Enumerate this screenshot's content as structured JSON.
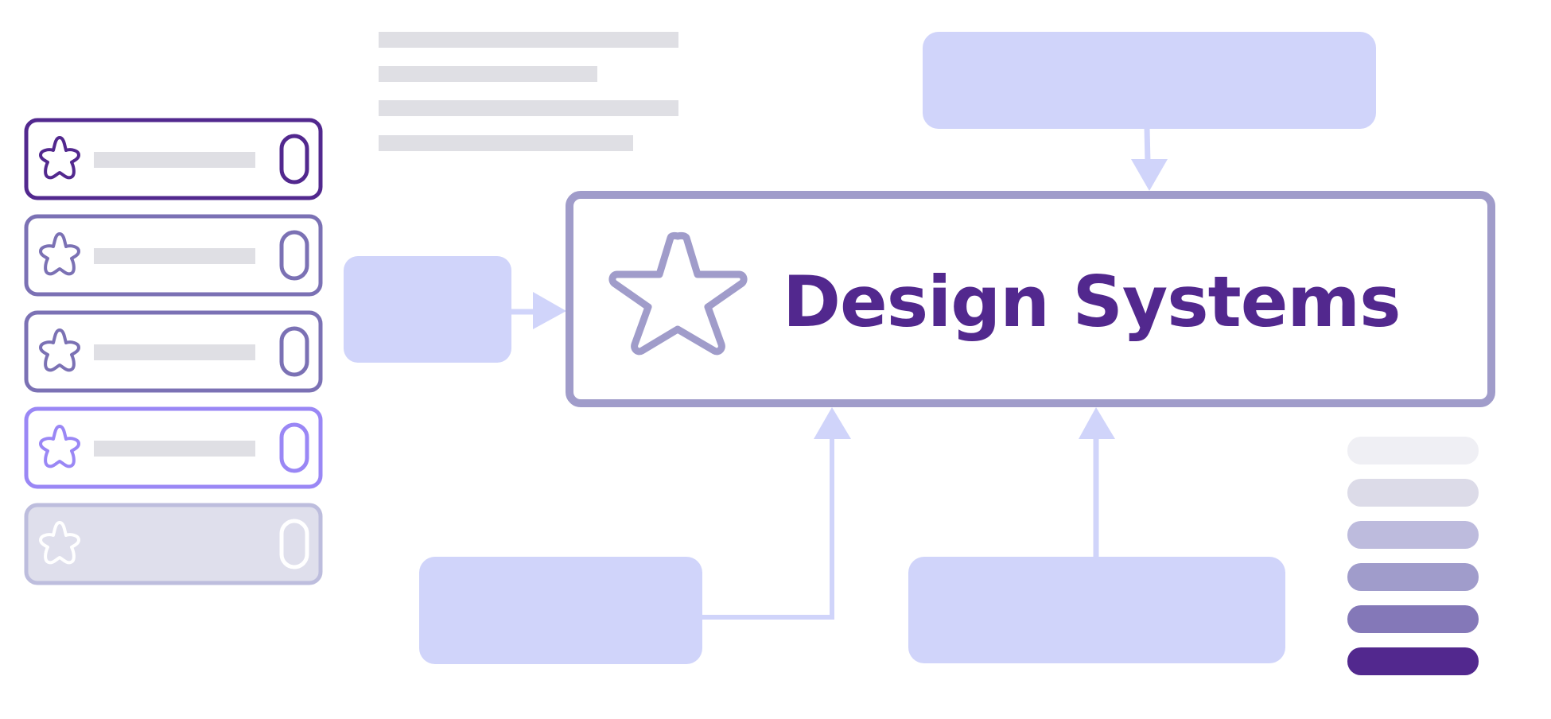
{
  "title": "Design Systems",
  "colors": {
    "background": "#ffffff",
    "main_border": "#a09cca",
    "title_text": "#52288e",
    "node_fill": "#d0d4fa",
    "connector": "#d0d4fa",
    "placeholder_line": "#dfdfe4",
    "star_outline": "#a09cca"
  },
  "component_list": {
    "items": [
      {
        "state": "default",
        "border": "#52288e"
      },
      {
        "state": "hover",
        "border": "#7b71b4"
      },
      {
        "state": "pressed",
        "border": "#7b71b4"
      },
      {
        "state": "focus",
        "border": "#9a87f5"
      },
      {
        "state": "disabled",
        "border": "#bdbddd",
        "fill": "#dfdfec"
      }
    ]
  },
  "color_scale": {
    "swatches": [
      "#efeff4",
      "#dcdbe8",
      "#bdbbdd",
      "#a09ccb",
      "#8478b8",
      "#52288e"
    ]
  }
}
